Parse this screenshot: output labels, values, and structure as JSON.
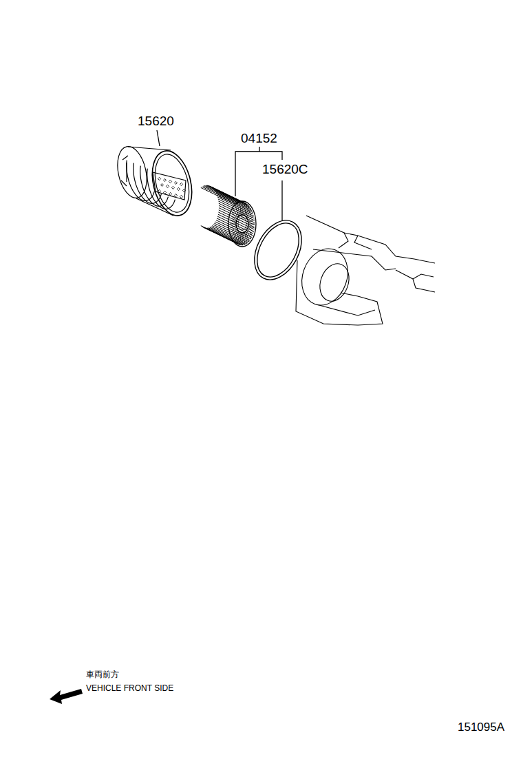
{
  "diagram": {
    "labels": [
      "15620",
      "04152",
      "15620C",
      "車両前方",
      "VEHICLE FRONT SIDE",
      "151095A"
    ]
  }
}
